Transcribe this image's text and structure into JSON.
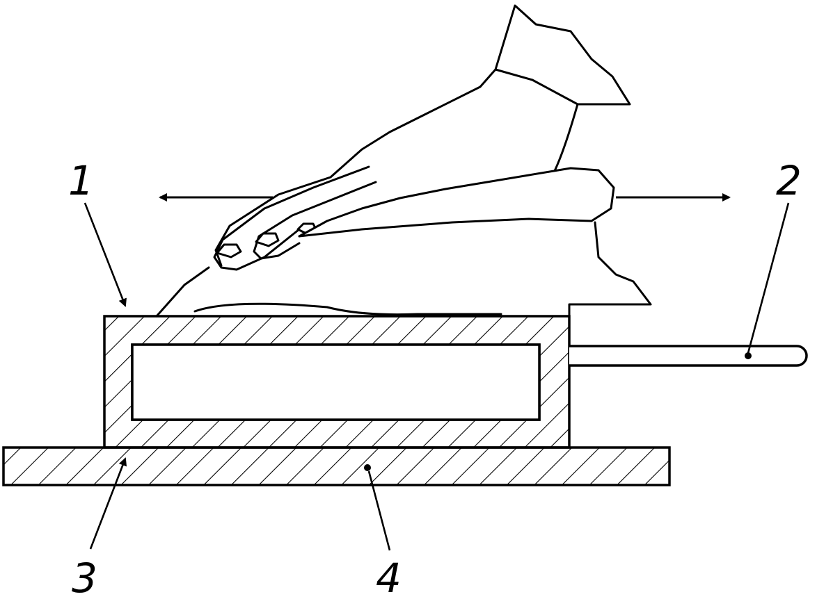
{
  "diagram": {
    "labels": {
      "l1": "1",
      "l2": "2",
      "l3": "3",
      "l4": "4"
    },
    "colors": {
      "ink": "#000000",
      "paper": "#ffffff"
    },
    "icons": {
      "hand": "hand-icon",
      "left_arrow": "arrow-left-icon",
      "right_arrow": "arrow-right-icon"
    }
  }
}
